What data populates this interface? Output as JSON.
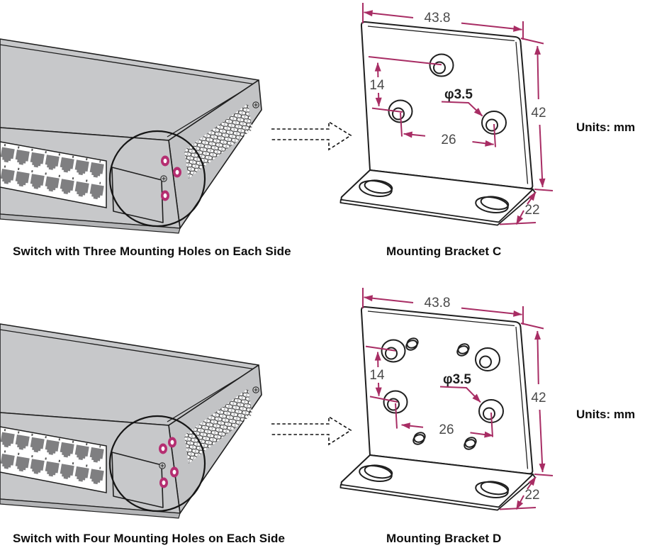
{
  "colors": {
    "dim_magenta": "#A82D64",
    "hole_pink": "#B52E71",
    "dim_text": "#4a4a4a",
    "body_gray": "#c7c8ca",
    "side_gray": "#c2c3c5",
    "port_gray": "#7f7f81",
    "line_black": "#1f1f1f"
  },
  "rows": [
    {
      "switch_caption": "Switch with Three Mounting Holes on Each Side",
      "bracket_caption": "Mounting Bracket C",
      "units_label": "Units: mm",
      "mounting_holes_count": 3,
      "dims": {
        "width": "43.8",
        "height": "42",
        "depth": "22",
        "hole_offset": "14",
        "hole_spacing": "26",
        "hole_diameter": "φ3.5"
      }
    },
    {
      "switch_caption": "Switch with Four Mounting Holes on Each Side",
      "bracket_caption": "Mounting Bracket D",
      "units_label": "Units: mm",
      "mounting_holes_count": 4,
      "dims": {
        "width": "43.8",
        "height": "42",
        "depth": "22",
        "hole_offset": "14",
        "hole_spacing": "26",
        "hole_diameter": "φ3.5"
      }
    }
  ]
}
